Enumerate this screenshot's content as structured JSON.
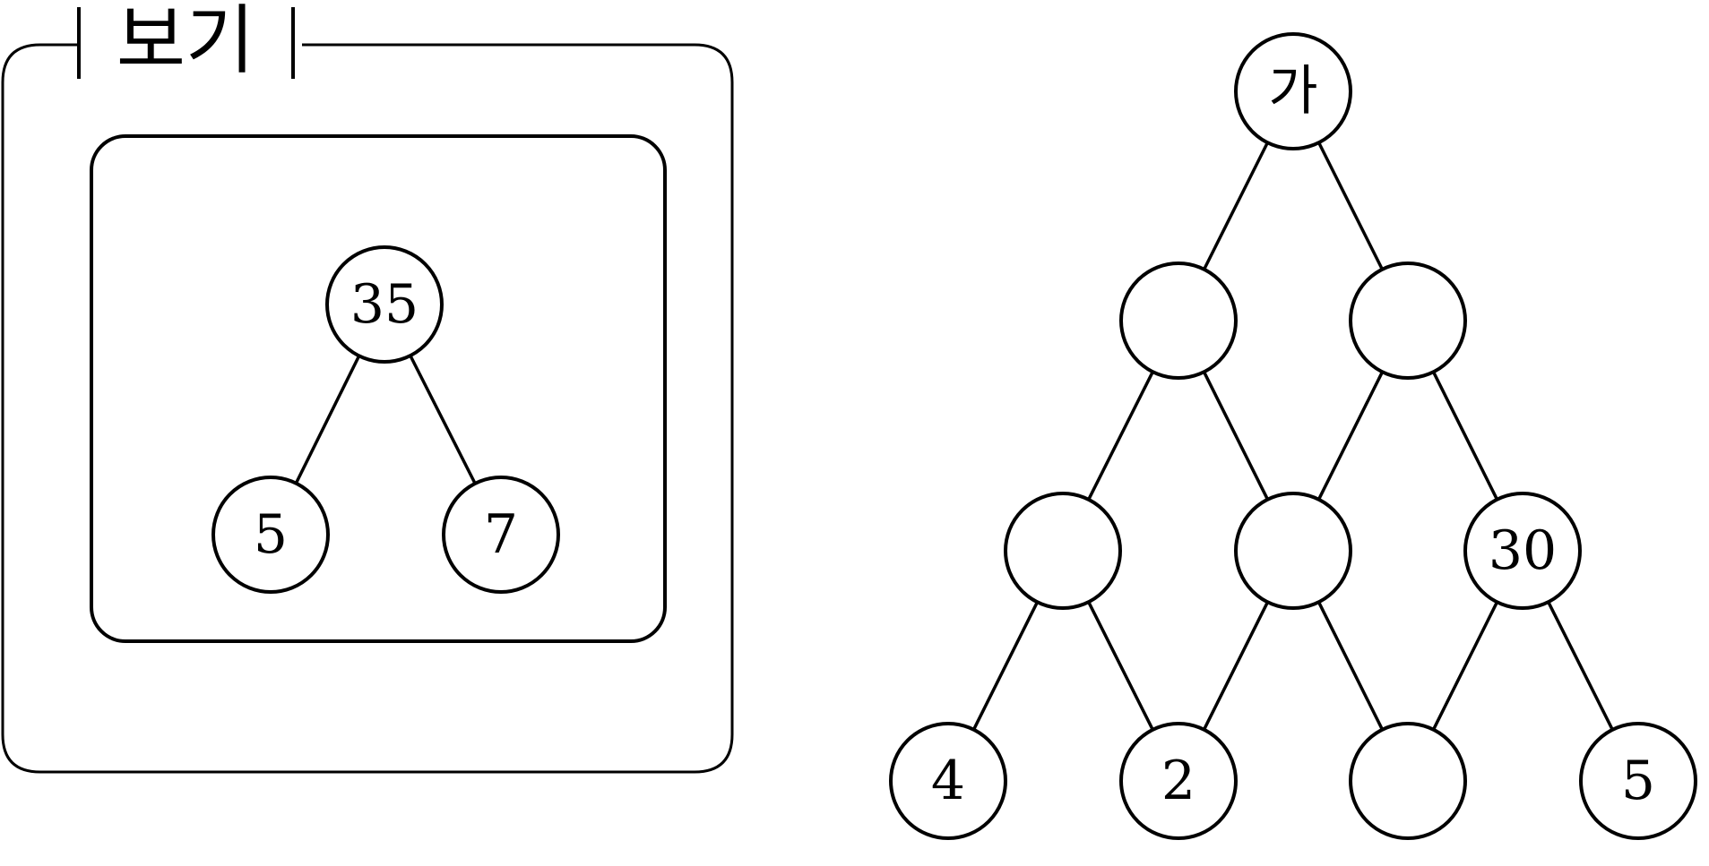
{
  "legend_box": {
    "title": "보기",
    "example_tree": {
      "nodes": [
        {
          "id": "r",
          "value": "35"
        },
        {
          "id": "a",
          "value": "5"
        },
        {
          "id": "b",
          "value": "7"
        }
      ],
      "edges": [
        [
          "r",
          "a"
        ],
        [
          "r",
          "b"
        ]
      ]
    }
  },
  "puzzle": {
    "nodes": [
      {
        "id": "n0",
        "value": "가"
      },
      {
        "id": "n1",
        "value": ""
      },
      {
        "id": "n2",
        "value": ""
      },
      {
        "id": "n3",
        "value": ""
      },
      {
        "id": "n4",
        "value": ""
      },
      {
        "id": "n5",
        "value": "30"
      },
      {
        "id": "n6",
        "value": "4"
      },
      {
        "id": "n7",
        "value": "2"
      },
      {
        "id": "n8",
        "value": ""
      },
      {
        "id": "n9",
        "value": "5"
      }
    ],
    "edges": [
      [
        "n0",
        "n1"
      ],
      [
        "n0",
        "n2"
      ],
      [
        "n1",
        "n3"
      ],
      [
        "n1",
        "n4"
      ],
      [
        "n2",
        "n4"
      ],
      [
        "n2",
        "n5"
      ],
      [
        "n3",
        "n6"
      ],
      [
        "n3",
        "n7"
      ],
      [
        "n4",
        "n7"
      ],
      [
        "n4",
        "n8"
      ],
      [
        "n5",
        "n8"
      ],
      [
        "n5",
        "n9"
      ]
    ]
  }
}
